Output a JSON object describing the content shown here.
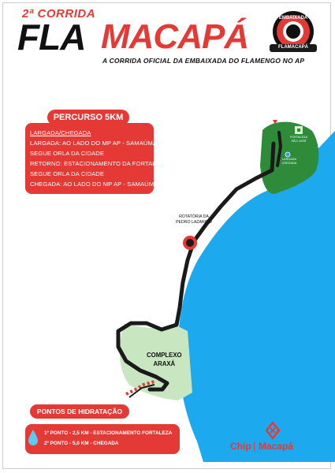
{
  "header": {
    "edition": "2ª CORRIDA",
    "title_left": "FLA",
    "title_right": "MACAPÁ",
    "subtitle": "A CORRIDA OFICIAL DA EMBAIXADA DO FLAMENGO NO AP",
    "badge_top": "EMBAIXADA",
    "badge_bottom": "FLAMACAPÁ"
  },
  "route": {
    "pill": "PERCURSO 5KM",
    "heading": "LARGADA/CHEGADA",
    "lines": [
      "LARGADA: AO LADO DO MP AP - SAMAÚMA",
      "SEGUE ORLA DA CIDADE",
      "RETORNO: ESTACIONAMENTO DA FORTALEZA",
      "SEGUE ORLA DA CIDADE",
      "CHEGADA: AO LADO DO MP AP - SAMAÚMA"
    ]
  },
  "map": {
    "rotatoria_label": "ROTATÓRIA DA PEDRO LAZARINO",
    "complexo_label": [
      "COMPLEXO",
      "ARAXÁ"
    ],
    "fortaleza_label": "FORTALEZA SÃO JOSÉ",
    "start_label": "LARGADA CHEGADA",
    "colors": {
      "water": "#1da9ee",
      "park": "#2e8b3a",
      "complexo": "#c8e6c0",
      "route": "#1a1a1a",
      "accent": "#e53935"
    }
  },
  "hydration": {
    "pill": "PONTOS DE HIDRATAÇÃO",
    "points": [
      "1º PONTO - 2,5 KM - ESTACIONAMENTO FORTALEZA",
      "2º PONTO - 5,0 KM - CHEGADA"
    ],
    "icon": "water-drop-icon"
  },
  "sponsor": {
    "chip": "Chip",
    "separator": "|",
    "city": "Macapá",
    "icon": "chip-logo-icon"
  }
}
